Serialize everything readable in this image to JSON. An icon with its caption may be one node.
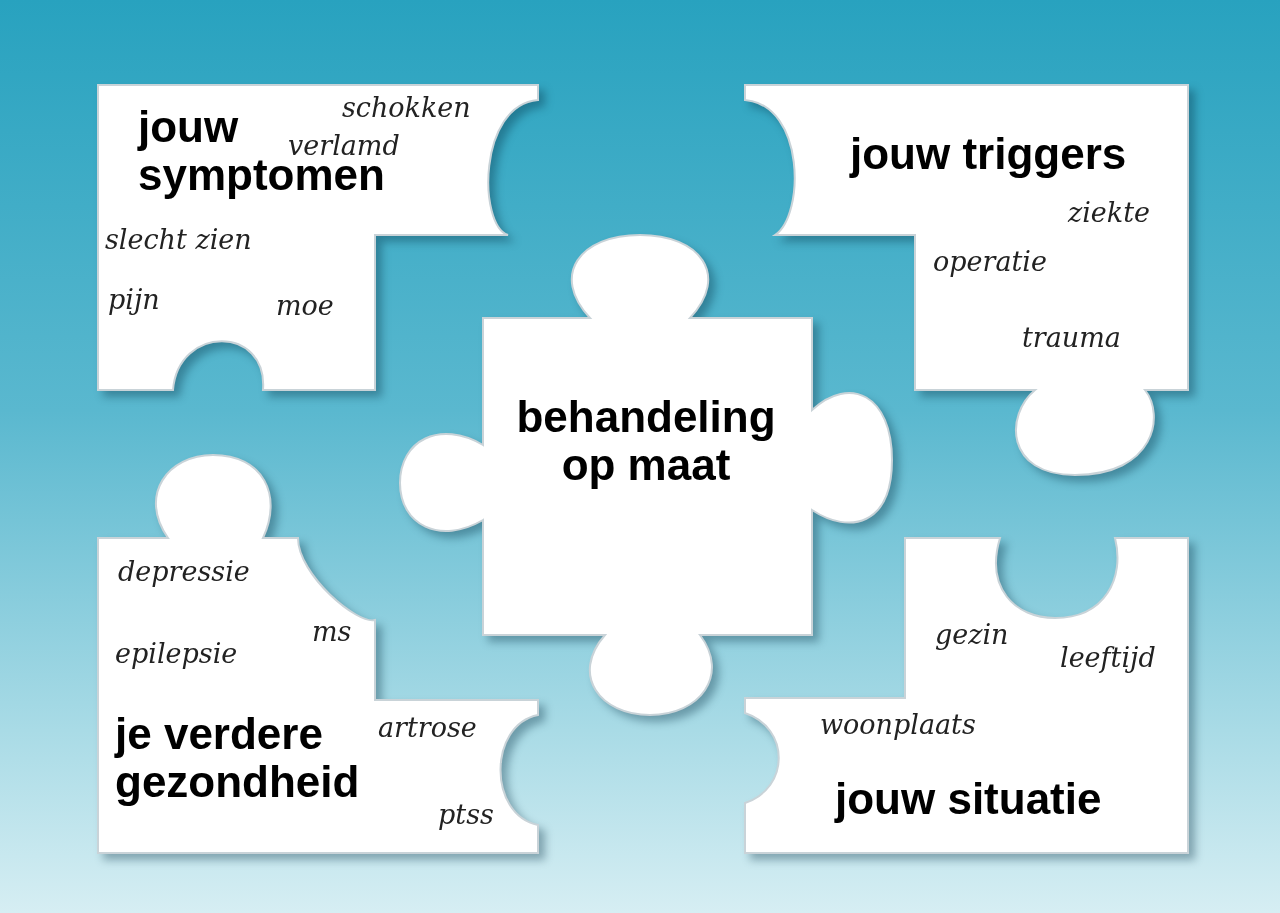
{
  "diagram": {
    "nodes": [
      {
        "text": [
          "jouw symptomen",
          "schokken",
          "verlamd",
          "slecht zien",
          "pijn",
          "moe"
        ]
      },
      {
        "text": [
          "jouw triggers",
          "ziekte",
          "operatie",
          "trauma"
        ]
      },
      {
        "text": [
          "behandeling op maat"
        ]
      },
      {
        "text": [
          "depressie",
          "ms",
          "epilepsie",
          "artrose",
          "je verdere gezondheid",
          "ptss"
        ]
      },
      {
        "text": [
          "gezin",
          "leeftijd",
          "woonplaats",
          "jouw situatie"
        ]
      }
    ]
  }
}
